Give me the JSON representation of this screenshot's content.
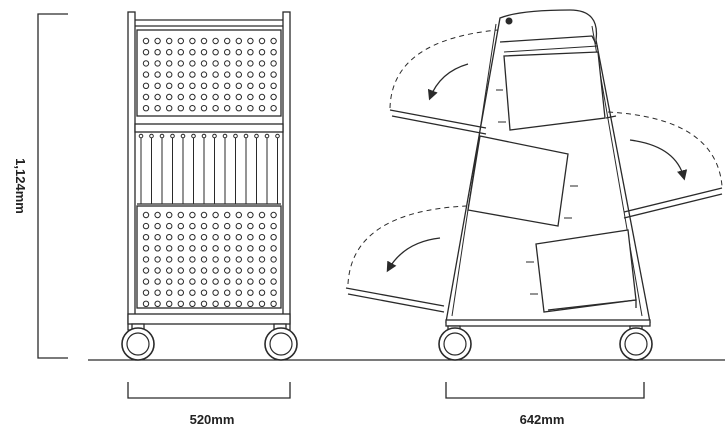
{
  "dimensions": {
    "height_label": "1,124mm",
    "width_front_label": "520mm",
    "depth_side_label": "642mm"
  }
}
